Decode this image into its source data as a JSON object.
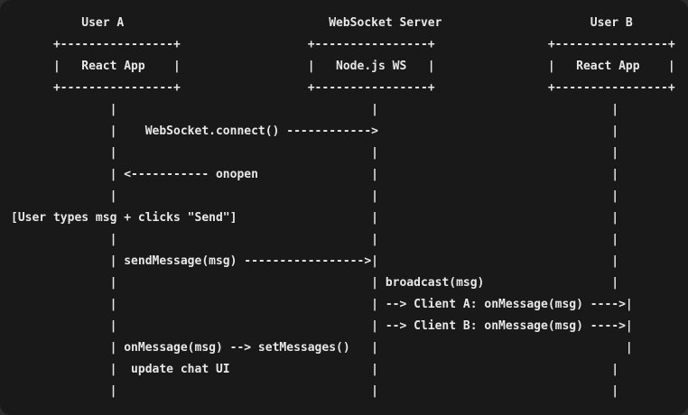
{
  "colors": {
    "page_bg": "#2b2b2b",
    "block_bg": "#191919",
    "text": "#e8e8e8"
  },
  "diagram": {
    "lines": [
      "          User A                             WebSocket Server                     User B",
      "      +----------------+                  +----------------+                +----------------+",
      "      |   React App    |                  |   Node.js WS   |                |   React App    |",
      "      +----------------+                  +----------------+                +----------------+",
      "              |                                    |                                 |",
      "              |    WebSocket.connect() ------------>                                 |",
      "              |                                    |                                 |",
      "              | <----------- onopen                |                                 |",
      "              |                                    |                                 |",
      "[User types msg + clicks \"Send\"]                   |                                 |",
      "              |                                    |                                 |",
      "              | sendMessage(msg) ----------------->|                                 |",
      "              |                                    | broadcast(msg)                  |",
      "              |                                    | --> Client A: onMessage(msg) ---->|",
      "              |                                    | --> Client B: onMessage(msg) ---->|",
      "              | onMessage(msg) --> setMessages()   |                                   |",
      "              |  update chat UI                    |                                 |",
      "              |                                    |                                 |"
    ]
  }
}
